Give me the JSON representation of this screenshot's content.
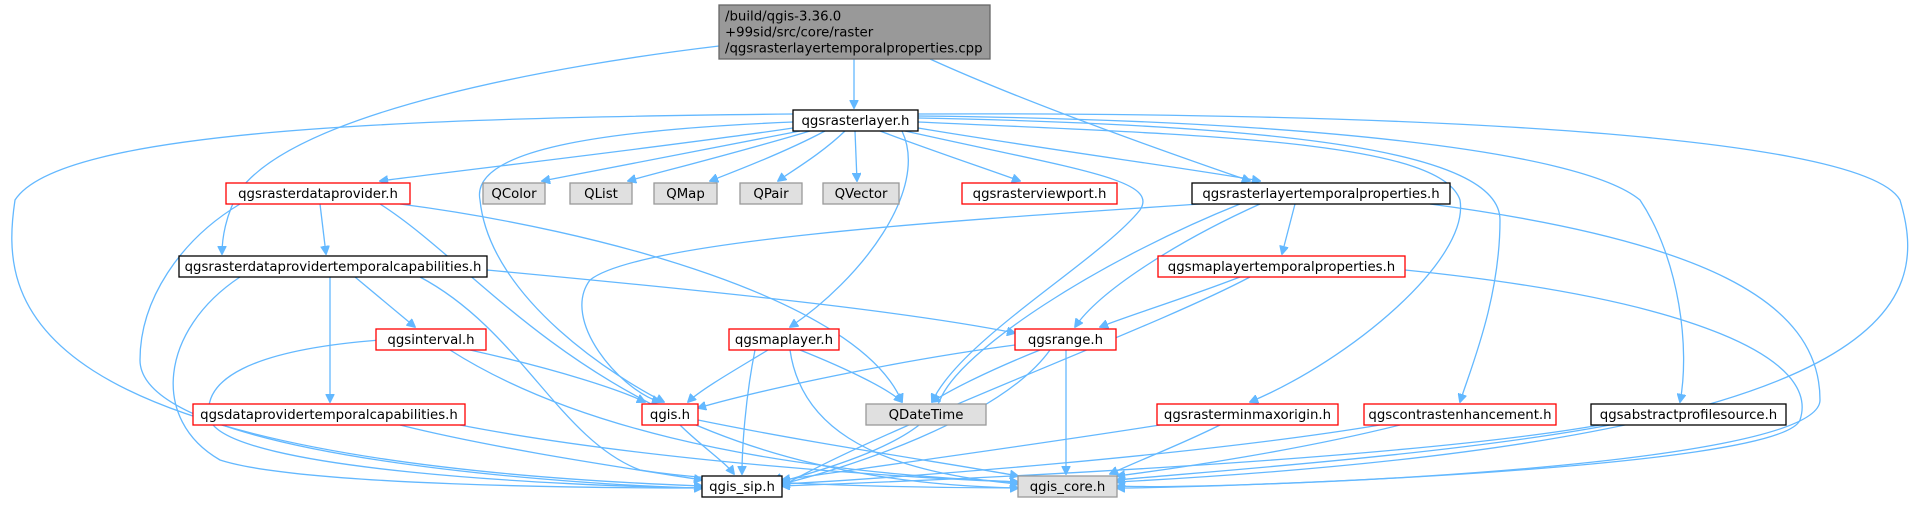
{
  "colors": {
    "edge": "#63b8ff",
    "root_fill": "#999999",
    "root_border": "#666666",
    "red_border": "#ff0000",
    "black_border": "#000000",
    "gray_fill": "#e0e0e0",
    "gray_border": "#999999"
  },
  "nodes": [
    {
      "id": "root",
      "lines": [
        "/build/qgis-3.36.0",
        "+99sid/src/core/raster",
        "/qgsrasterlayertemporalproperties.cpp"
      ],
      "style": "root"
    },
    {
      "id": "rasterlayer",
      "lines": [
        "qgsrasterlayer.h"
      ],
      "style": "black"
    },
    {
      "id": "rasterdataprovider",
      "lines": [
        "qgsrasterdataprovider.h"
      ],
      "style": "red"
    },
    {
      "id": "qcolor",
      "lines": [
        "QColor"
      ],
      "style": "gray"
    },
    {
      "id": "qlist",
      "lines": [
        "QList"
      ],
      "style": "gray"
    },
    {
      "id": "qmap",
      "lines": [
        "QMap"
      ],
      "style": "gray"
    },
    {
      "id": "qpair",
      "lines": [
        "QPair"
      ],
      "style": "gray"
    },
    {
      "id": "qvector",
      "lines": [
        "QVector"
      ],
      "style": "gray"
    },
    {
      "id": "rasterviewport",
      "lines": [
        "qgsrasterviewport.h"
      ],
      "style": "red"
    },
    {
      "id": "rlt_props",
      "lines": [
        "qgsrasterlayertemporalproperties.h"
      ],
      "style": "black"
    },
    {
      "id": "rdp_temporal",
      "lines": [
        "qgsrasterdataprovidertemporalcapabilities.h"
      ],
      "style": "black"
    },
    {
      "id": "maplayer_temporal",
      "lines": [
        "qgsmaplayertemporalproperties.h"
      ],
      "style": "red"
    },
    {
      "id": "interval",
      "lines": [
        "qgsinterval.h"
      ],
      "style": "red"
    },
    {
      "id": "maplayer",
      "lines": [
        "qgsmaplayer.h"
      ],
      "style": "red"
    },
    {
      "id": "range",
      "lines": [
        "qgsrange.h"
      ],
      "style": "red"
    },
    {
      "id": "dp_temporal",
      "lines": [
        "qgsdataprovidertemporalcapabilities.h"
      ],
      "style": "red"
    },
    {
      "id": "qgis",
      "lines": [
        "qgis.h"
      ],
      "style": "red"
    },
    {
      "id": "qdatetime",
      "lines": [
        "QDateTime"
      ],
      "style": "gray"
    },
    {
      "id": "minmax",
      "lines": [
        "qgsrasterminmaxorigin.h"
      ],
      "style": "red"
    },
    {
      "id": "contrast",
      "lines": [
        "qgscontrastenhancement.h"
      ],
      "style": "red"
    },
    {
      "id": "abstractprofile",
      "lines": [
        "qgsabstractprofilesource.h"
      ],
      "style": "black"
    },
    {
      "id": "sip",
      "lines": [
        "qgis_sip.h"
      ],
      "style": "black"
    },
    {
      "id": "core",
      "lines": [
        "qgis_core.h"
      ],
      "style": "gray"
    }
  ]
}
